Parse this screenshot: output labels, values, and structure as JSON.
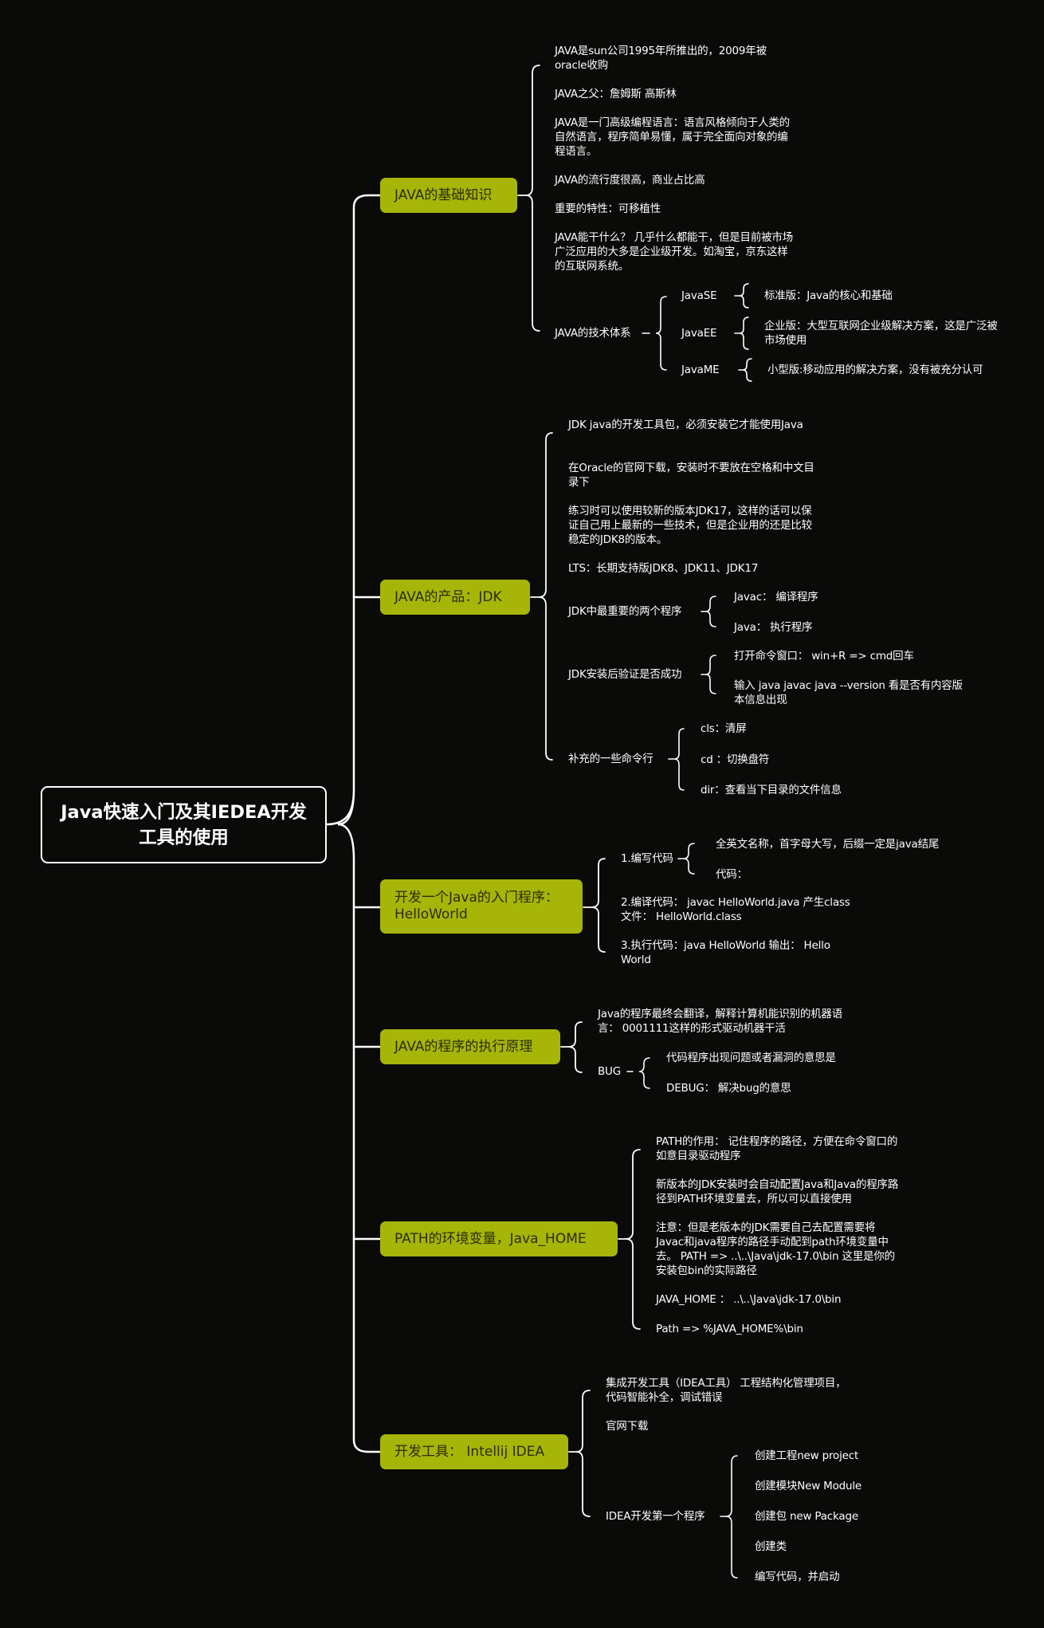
{
  "root": {
    "label": "Java快速入门及其IEDEA开发工具的使用"
  },
  "branches": [
    {
      "label": "JAVA的基础知识",
      "items": [
        "JAVA是sun公司1995年所推出的，2009年被oracle收购",
        "JAVA之父：詹姆斯 高斯林",
        "JAVA是一门高级编程语言：语言风格倾向于人类的自然语言，程序简单易懂，属于完全面向对象的编程语言。",
        "JAVA的流行度很高，商业占比高",
        "重要的特性：可移植性",
        "JAVA能干什么？ 几乎什么都能干，但是目前被市场广泛应用的大多是企业级开发。如淘宝，京东这样的互联网系统。",
        {
          "label": "JAVA的技术体系",
          "children": [
            {
              "label": "JavaSE",
              "detail": "标准版：Java的核心和基础"
            },
            {
              "label": "JavaEE",
              "detail": "企业版：大型互联网企业级解决方案，这是广泛被市场使用"
            },
            {
              "label": "JavaME",
              "detail": "小型版:移动应用的解决方案，没有被充分认可"
            }
          ]
        }
      ]
    },
    {
      "label": "JAVA的产品：JDK",
      "items": [
        "JDK java的开发工具包，必须安装它才能使用Java",
        "在Oracle的官网下载，安装时不要放在空格和中文目录下",
        "练习时可以使用较新的版本JDK17，这样的话可以保证自己用上最新的一些技术，但是企业用的还是比较稳定的JDK8的版本。",
        "LTS：长期支持版JDK8、JDK11、JDK17",
        {
          "label": "JDK中最重要的两个程序",
          "children": [
            "Javac： 编译程序",
            "Java： 执行程序"
          ]
        },
        {
          "label": "JDK安装后验证是否成功",
          "children": [
            "打开命令窗口： win+R => cmd回车",
            "输入 java javac java --version 看是否有内容版本信息出现"
          ]
        },
        {
          "label": "补充的一些命令行",
          "children": [
            "cls：清屏",
            "cd ：切换盘符",
            "dir：查看当下目录的文件信息"
          ]
        }
      ]
    },
    {
      "label": "开发一个Java的入门程序：HelloWorld",
      "items": [
        {
          "label": "1.编写代码",
          "children": [
            "全英文名称，首字母大写，后缀一定是java结尾",
            "代码："
          ]
        },
        "2.编译代码： javac HelloWorld.java 产生class文件： HelloWorld.class",
        "3.执行代码：java HelloWorld 输出： Hello World"
      ]
    },
    {
      "label": "JAVA的程序的执行原理",
      "items": [
        "Java的程序最终会翻译，解释计算机能识别的机器语言： 0001111这样的形式驱动机器干活",
        {
          "label": "BUG",
          "children": [
            "代码程序出现问题或者漏洞的意思是",
            "DEBUG： 解决bug的意思"
          ]
        }
      ]
    },
    {
      "label": "PATH的环境变量，Java_HOME",
      "items": [
        "PATH的作用： 记住程序的路径，方便在命令窗口的如意目录驱动程序",
        "新版本的JDK安装时会自动配置Java和Java的程序路径到PATH环境变量去，所以可以直接使用",
        "注意：但是老版本的JDK需要自己去配置需要将Javac和java程序的路径手动配到path环境变量中去。 PATH => ..\\..\\Java\\jdk-17.0\\bin 这里是你的安装包bin的实际路径",
        "JAVA_HOME ： ..\\..\\Java\\jdk-17.0\\bin",
        "Path => %JAVA_HOME%\\bin"
      ]
    },
    {
      "label": "开发工具： Intellij IDEA",
      "items": [
        "集成开发工具（IDEA工具） 工程结构化管理项目，代码智能补全，调试错误",
        "官网下载",
        {
          "label": "IDEA开发第一个程序",
          "children": [
            "创建工程new project",
            "创建模块New Module",
            "创建包 new Package",
            "创建类",
            "编写代码，并启动"
          ]
        }
      ]
    }
  ],
  "colors": {
    "background": "#0a0a08",
    "branch": "#a6b508",
    "branch_text": "#2b2e06",
    "line": "#ffffff"
  }
}
